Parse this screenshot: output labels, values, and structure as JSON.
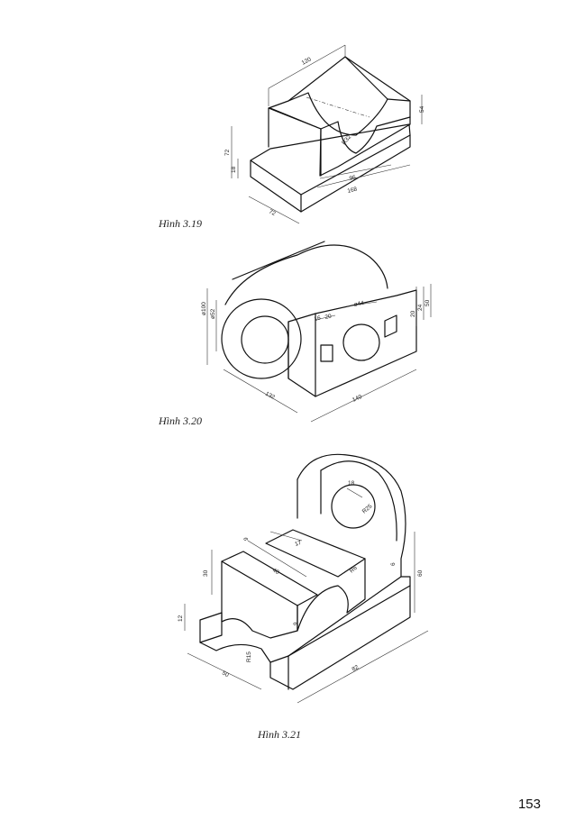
{
  "figures": [
    {
      "caption": "Hình 3.19",
      "dimensions": [
        "120",
        "54",
        "72",
        "18",
        "R32",
        "96",
        "168",
        "72"
      ]
    },
    {
      "caption": "Hình 3.20",
      "dimensions": [
        "ø100",
        "ø52",
        "16",
        "20",
        "ø44",
        "20",
        "24",
        "50",
        "132",
        "140"
      ]
    },
    {
      "caption": "Hình 3.21",
      "dimensions": [
        "18",
        "R25",
        "9",
        "17",
        "30",
        "40",
        "R6",
        "12",
        "9",
        "6",
        "60",
        "R15",
        "50",
        "82"
      ]
    }
  ],
  "page_number": "153"
}
